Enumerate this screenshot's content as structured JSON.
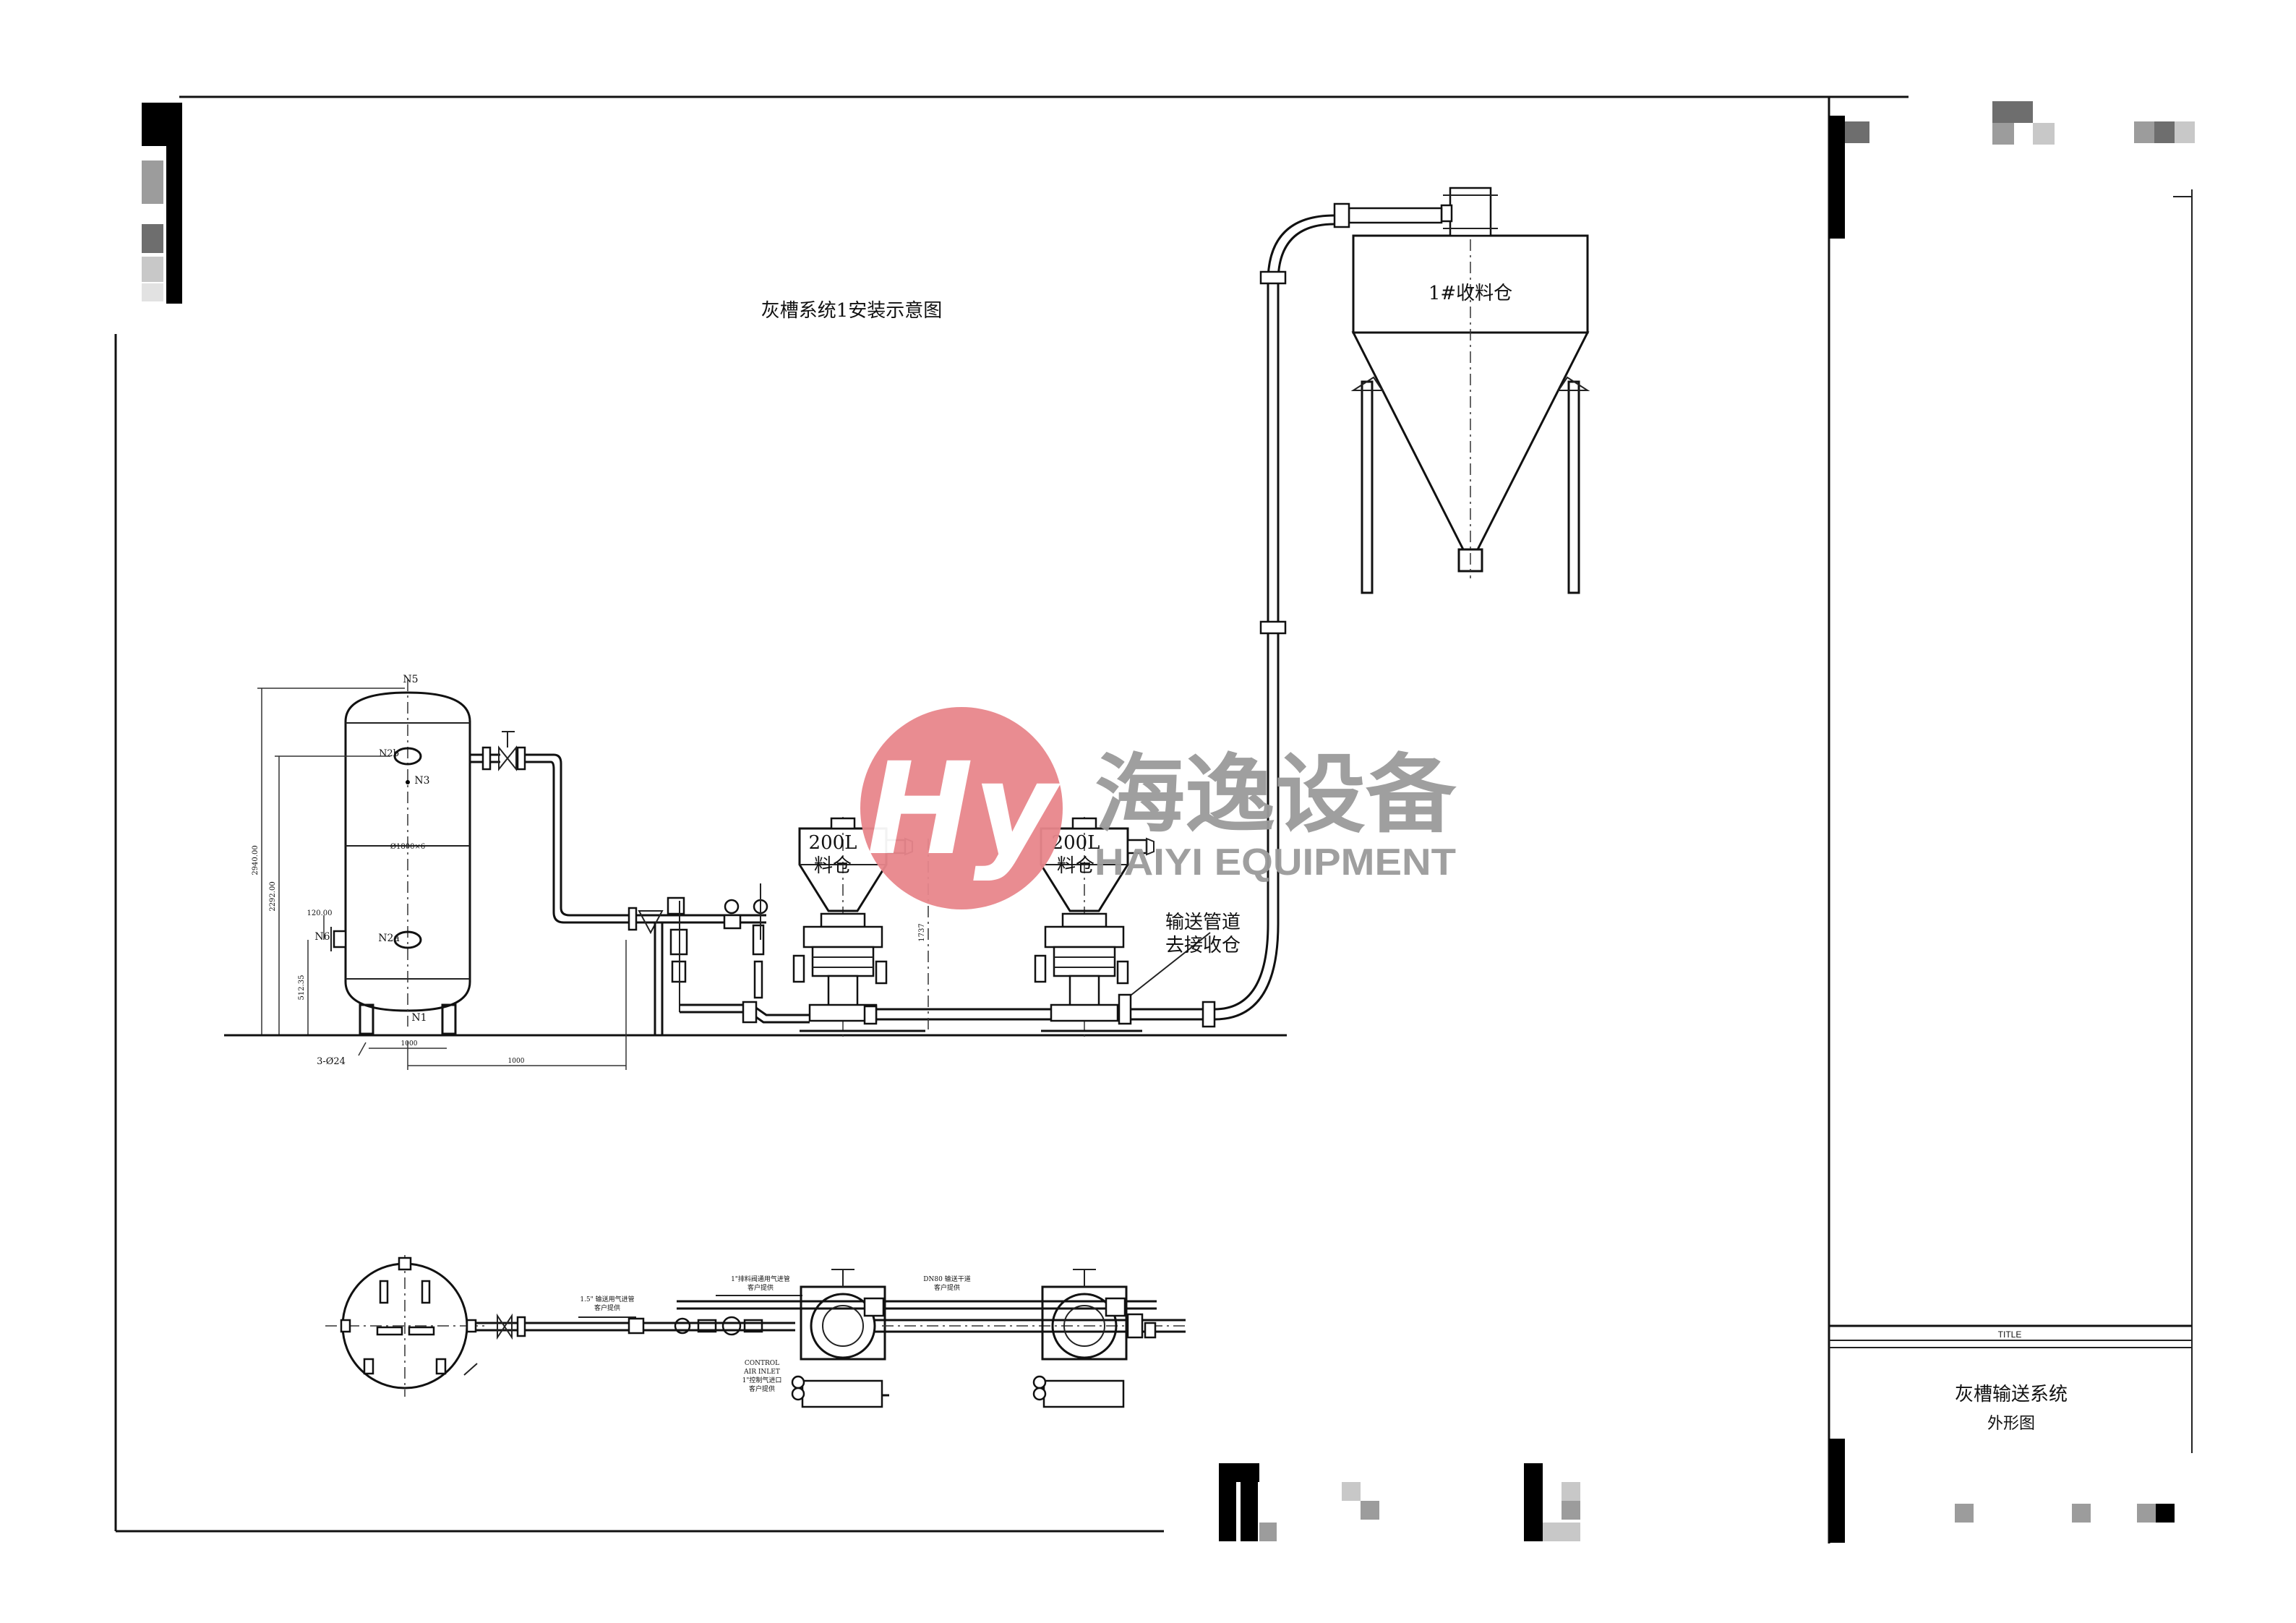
{
  "drawing": {
    "title": "灰槽系统1安装示意图",
    "silo_label": "1#收料仓",
    "tank_nozzles": [
      "N5",
      "N2b",
      "N3",
      "N2a",
      "N6",
      "N1"
    ],
    "tank_dims": {
      "diameter": "Ø1800×6",
      "height_total": "2940.00",
      "height_2": "2292.00",
      "height_3": "512.35",
      "n6_offset": "120.00",
      "base": "3-Ø24",
      "foot_span": "1000",
      "pipe_run": "1000"
    },
    "hopper_label_1": "200L",
    "hopper_label_2": "料仓",
    "vertical_dim": "1737",
    "pipe_note_1": "输送管道",
    "pipe_note_2": "去接收仓",
    "plan_notes": {
      "air_inlet": "1.5\" 输送用气进管",
      "air_inlet_sub": "客户提供",
      "vent": "1\"排料阀通用气进管",
      "vent_sub": "客户提供",
      "conveying": "DN80 输送干道",
      "conveying_sub": "客户提供",
      "control_air_1": "CONTROL",
      "control_air_2": "AIR INLET",
      "control_air_3": "1\"控制气进口",
      "control_air_4": "客户提供"
    }
  },
  "watermark": {
    "logo_letters": "Hy",
    "cn_name": "海逸设备",
    "en_name": "HAIYI EQUIPMENT",
    "color": "#e8868c"
  },
  "title_block": {
    "header": "TITLE",
    "name": "灰槽输送系统",
    "subtitle": "外形图"
  }
}
